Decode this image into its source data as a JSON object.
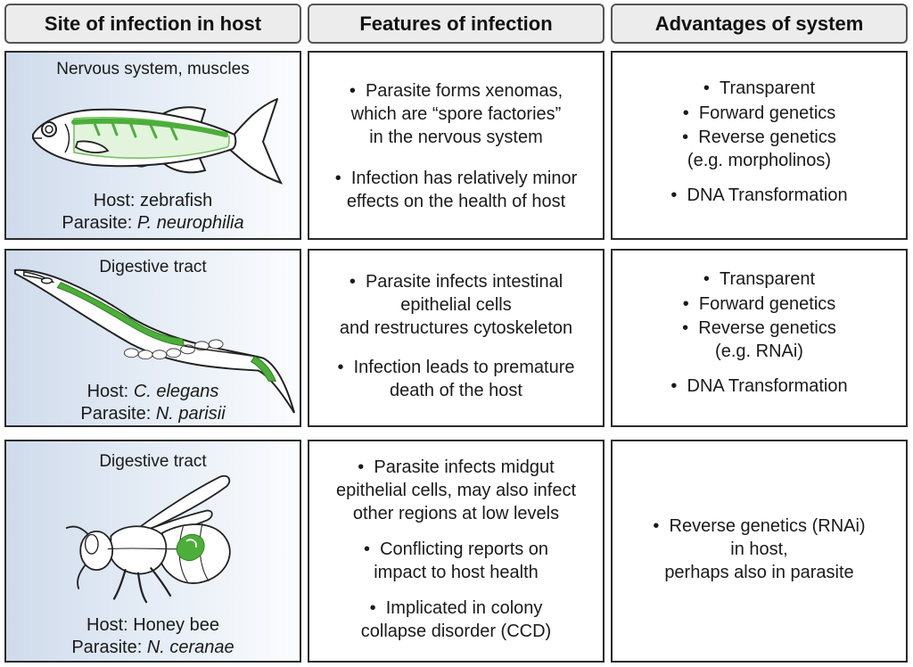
{
  "headers": {
    "site": "Site of infection in host",
    "features": "Features of infection",
    "advantages": "Advantages of system"
  },
  "colors": {
    "tissue_green": "#4caf3a",
    "site_panel_blue": "#cfdbec",
    "header_gray": "#ececec"
  },
  "rows": [
    {
      "site_title": "Nervous system, muscles",
      "host_label": "Host: zebrafish",
      "parasite_prefix": "Parasite: ",
      "parasite_name": "P. neurophilia",
      "image_icon": "zebrafish-illustration",
      "features": [
        "Parasite forms xenomas,\nwhich are “spore factories”\nin the nervous system",
        "Infection has relatively minor\neffects on the health of host"
      ],
      "advantages": [
        "Transparent",
        "Forward genetics",
        "Reverse genetics\n(e.g. morpholinos)",
        "DNA Transformation"
      ]
    },
    {
      "site_title": "Digestive tract",
      "host_prefix": "Host: ",
      "host_name": "C. elegans",
      "parasite_prefix": "Parasite: ",
      "parasite_name": "N. parisii",
      "image_icon": "nematode-illustration",
      "features": [
        "Parasite infects intestinal\nepithelial cells\nand restructures cytoskeleton",
        "Infection leads to premature\ndeath of the host"
      ],
      "advantages": [
        "Transparent",
        "Forward genetics",
        "Reverse genetics\n(e.g. RNAi)",
        "DNA Transformation"
      ]
    },
    {
      "site_title": "Digestive tract",
      "host_label": "Host: Honey bee",
      "parasite_prefix": "Parasite: ",
      "parasite_name": "N. ceranae",
      "image_icon": "honeybee-illustration",
      "features": [
        "Parasite infects midgut\nepithelial cells, may also infect\nother regions at low levels",
        "Conflicting reports on\nimpact to host health",
        "Implicated in colony\ncollapse disorder (CCD)"
      ],
      "advantages": [
        "Reverse genetics (RNAi)\nin host,\nperhaps also in parasite"
      ]
    }
  ]
}
